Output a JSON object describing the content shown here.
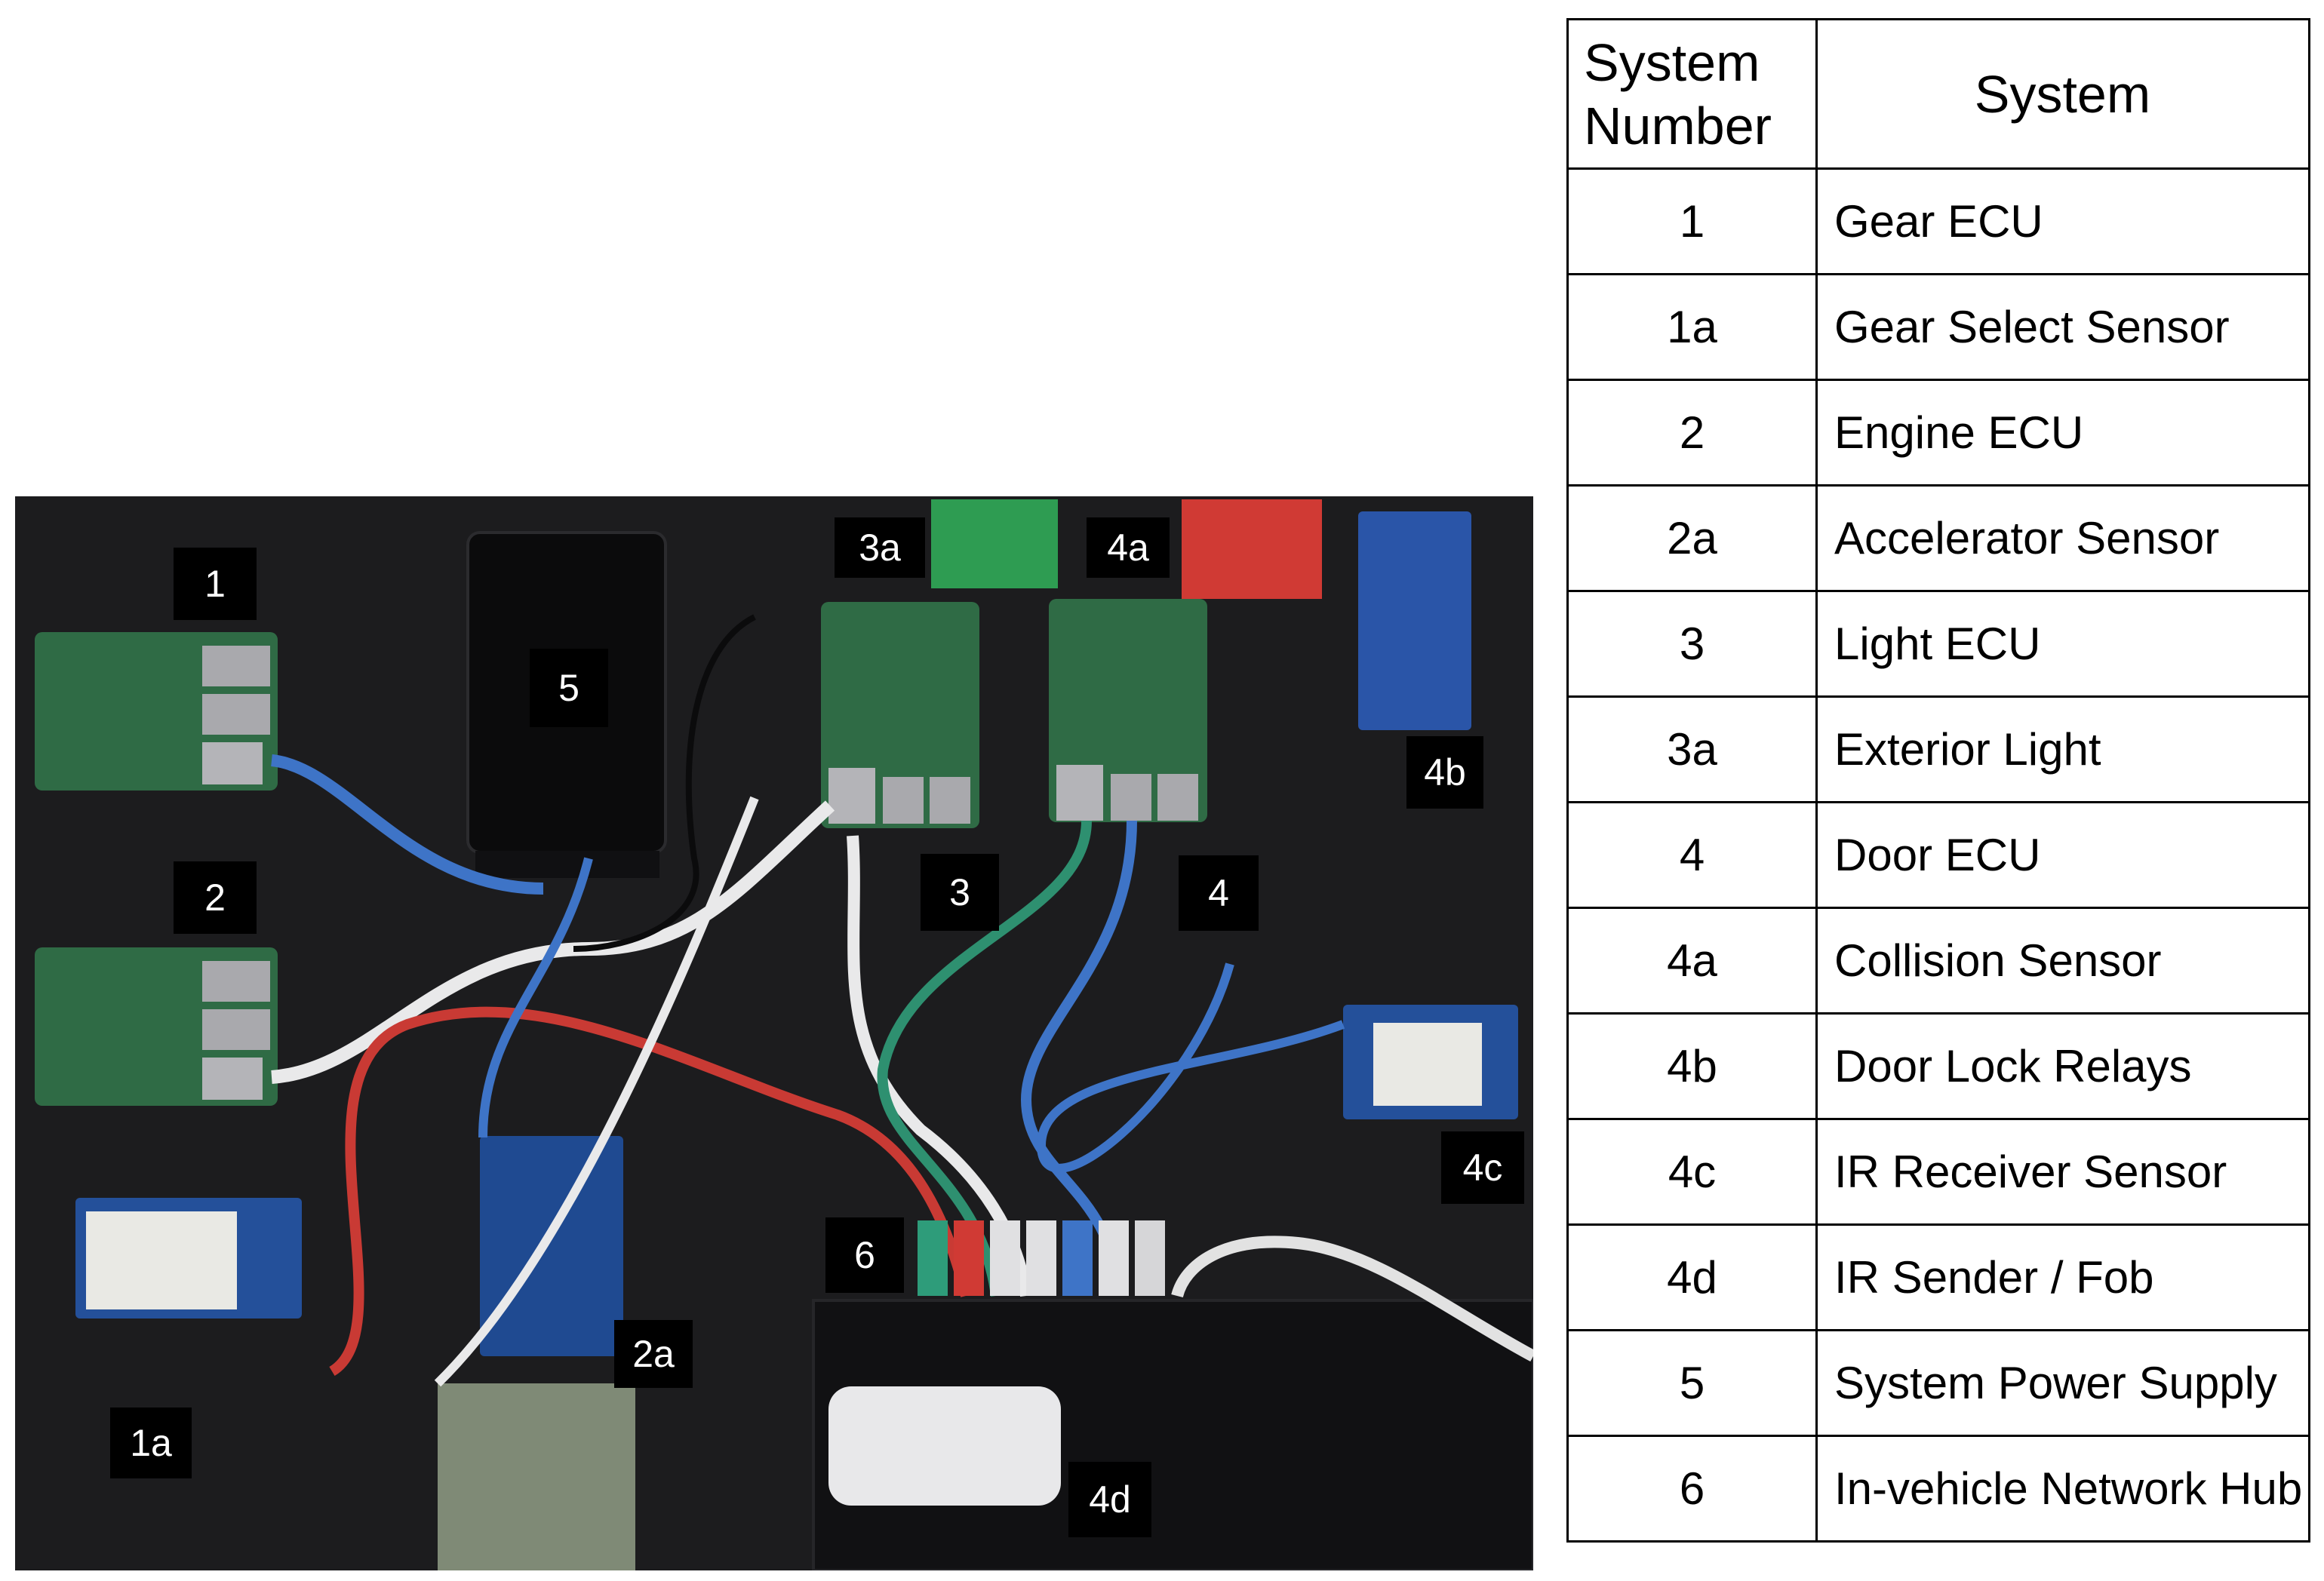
{
  "photo": {
    "labels": [
      "1",
      "2",
      "1a",
      "2a",
      "5",
      "3a",
      "4a",
      "3",
      "4",
      "4b",
      "4c",
      "6",
      "4d"
    ]
  },
  "legend": {
    "header": {
      "number": "System Number",
      "system": "System"
    },
    "rows": [
      {
        "number": "1",
        "system": "Gear ECU"
      },
      {
        "number": "1a",
        "system": "Gear Select Sensor"
      },
      {
        "number": "2",
        "system": "Engine ECU"
      },
      {
        "number": "2a",
        "system": "Accelerator Sensor"
      },
      {
        "number": "3",
        "system": "Light ECU"
      },
      {
        "number": "3a",
        "system": "Exterior Light"
      },
      {
        "number": "4",
        "system": "Door ECU"
      },
      {
        "number": "4a",
        "system": "Collision Sensor"
      },
      {
        "number": "4b",
        "system": "Door Lock Relays"
      },
      {
        "number": "4c",
        "system": "IR Receiver Sensor"
      },
      {
        "number": "4d",
        "system": "IR Sender / Fob"
      },
      {
        "number": "5",
        "system": "System Power Supply"
      },
      {
        "number": "6",
        "system": "In-vehicle Network Hub"
      }
    ]
  }
}
